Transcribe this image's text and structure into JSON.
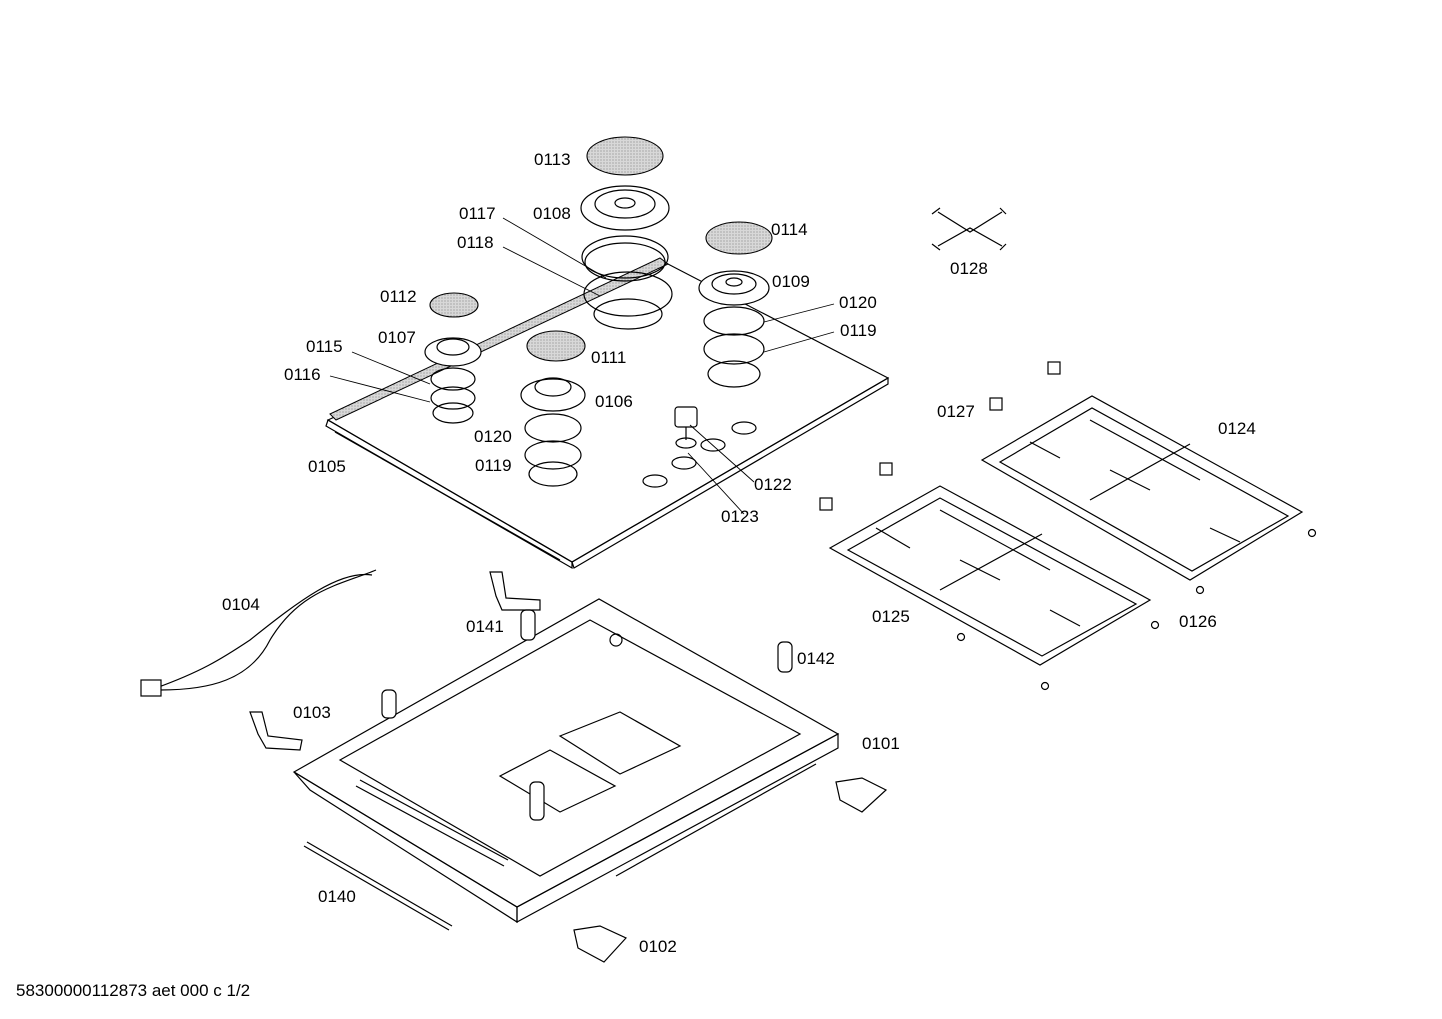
{
  "labels": {
    "p0101": "0101",
    "p0102": "0102",
    "p0103": "0103",
    "p0104": "0104",
    "p0105": "0105",
    "p0106": "0106",
    "p0107": "0107",
    "p0108": "0108",
    "p0109": "0109",
    "p0111": "0111",
    "p0112": "0112",
    "p0113": "0113",
    "p0114": "0114",
    "p0115": "0115",
    "p0116": "0116",
    "p0117": "0117",
    "p0118": "0118",
    "p0119a": "0119",
    "p0119b": "0119",
    "p0120a": "0120",
    "p0120b": "0120",
    "p0122": "0122",
    "p0123": "0123",
    "p0124": "0124",
    "p0125": "0125",
    "p0126": "0126",
    "p0127": "0127",
    "p0128": "0128",
    "p0140": "0140",
    "p0141": "0141",
    "p0142": "0142"
  },
  "footer": "58300000112873 aet 000 c 1/2"
}
